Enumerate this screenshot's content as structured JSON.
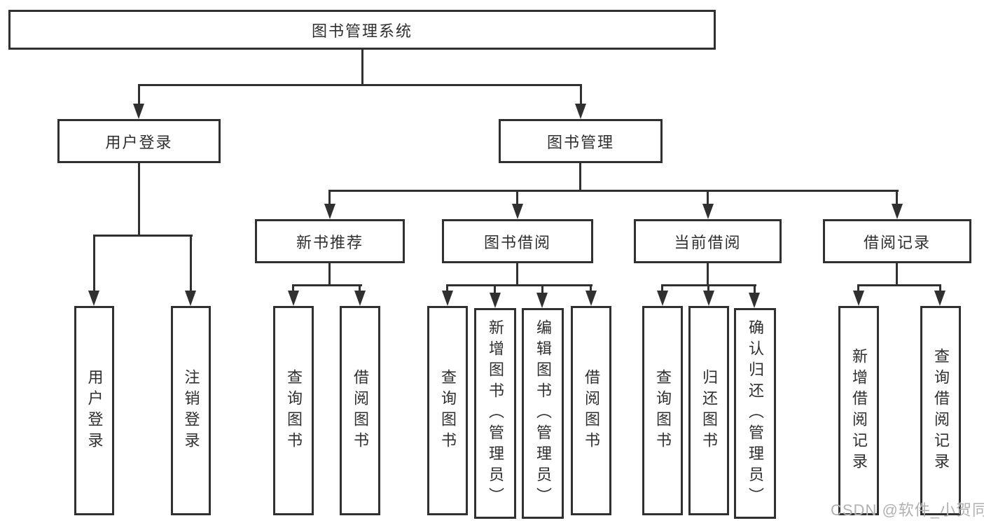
{
  "tree": {
    "label": "图书管理系统",
    "children": [
      {
        "label": "用户登录",
        "children": [
          {
            "label": "用户登录"
          },
          {
            "label": "注销登录"
          }
        ]
      },
      {
        "label": "图书管理",
        "children": [
          {
            "label": "新书推荐",
            "children": [
              {
                "label": "查询图书"
              },
              {
                "label": "借阅图书"
              }
            ]
          },
          {
            "label": "图书借阅",
            "children": [
              {
                "label": "查询图书"
              },
              {
                "label": "新增图书（管理员）"
              },
              {
                "label": "编辑图书（管理员）"
              },
              {
                "label": "借阅图书"
              }
            ]
          },
          {
            "label": "当前借阅",
            "children": [
              {
                "label": "查询图书"
              },
              {
                "label": "归还图书"
              },
              {
                "label": "确认归还（管理员）"
              }
            ]
          },
          {
            "label": "借阅记录",
            "children": [
              {
                "label": "新增借阅记录"
              },
              {
                "label": "查询借阅记录"
              }
            ]
          }
        ]
      }
    ]
  },
  "watermark": "CSDN @软件_小贺同学",
  "colors": {
    "line": "#303030",
    "text": "#2f2f2f",
    "watermark": "#b1b1b1",
    "background": "#ffffff"
  }
}
